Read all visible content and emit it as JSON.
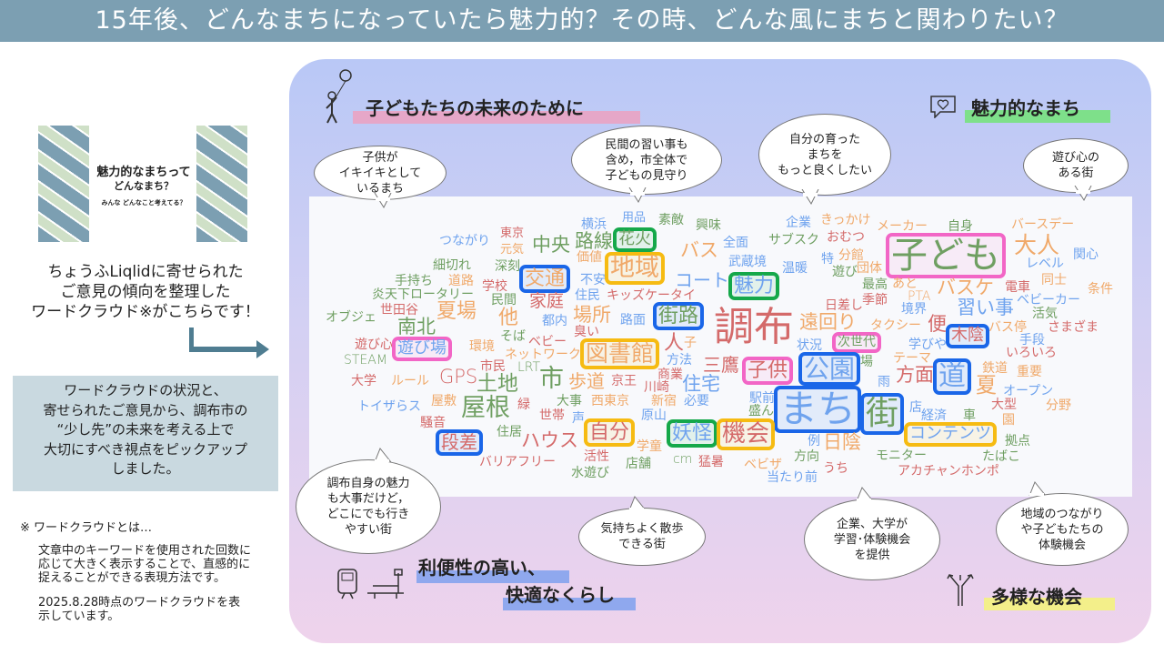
{
  "header": {
    "title": "15年後、どんなまちになっていたら魅力的？その時、どんな風にまちと関わりたい？"
  },
  "left": {
    "thumbnail": {
      "line1": "魅力的なまちって",
      "line2": "どんなまち？",
      "line3": "みんな どんなこと考えてる？"
    },
    "intro": [
      "ちょうふLiqlidに寄せられた",
      "ご意見の傾向を整理した",
      "ワードクラウド※がこちらです！"
    ],
    "summary": [
      "ワードクラウドの状況と、",
      "寄せられたご意見から、調布市の",
      "“少し先”の未来を考える上で",
      "大切にすべき視点をピックアップ",
      "しました。"
    ],
    "note_title": "※ ワードクラウドとは…",
    "note_body": [
      "文章中のキーワードを使用された回数に",
      "応じて大きく表示することで、直感的に",
      "捉えることができる表現方法です。"
    ],
    "note_date": [
      "2025.8.28時点のワードクラウドを表",
      "示しています。"
    ]
  },
  "categories": [
    {
      "label": "子どもたちの未来のために",
      "icon": "child-balloon-icon",
      "highlight": "#e6a7c8"
    },
    {
      "label": "魅力的なまち",
      "icon": "heart-message-icon",
      "highlight": "#7ee08a"
    },
    {
      "label1": "利便性の高い、",
      "label2": "快適なくらし",
      "icon": "train-bench-icon",
      "highlight": "#8fa8ee"
    },
    {
      "label": "多様な機会",
      "icon": "crossroads-icon",
      "highlight": "#f3ef8a"
    }
  ],
  "bubbles": [
    "子供が\nイキイキとして\nいるまち",
    "民間の習い事も\n含め，市全体で\n子どもの見守り",
    "自分の育った\nまちを\nもっと良くしたい",
    "遊び心の\nある街",
    "調布自身の魅力\nも大事だけど，\nどこにでも行き\nやすい街",
    "気持ちよく散歩\nできる街",
    "企業、大学が\n学習･体験機会\nを提供",
    "地域のつながり\nや子どもたちの\n体験機会"
  ],
  "colors": {
    "green": "#6f9f62",
    "red": "#d46a6a",
    "orange": "#f0a96a",
    "blue": "#6fa3ee",
    "box_blue": "#1a66e8",
    "box_green": "#15a84a",
    "box_orange": "#f6bb12",
    "box_pink": "#f266c6"
  },
  "wordcloud": [
    {
      "t": "つながり",
      "c": "b"
    },
    {
      "t": "東京",
      "c": "r"
    },
    {
      "t": "元気",
      "c": "o"
    },
    {
      "t": "中央",
      "c": "g"
    },
    {
      "t": "横浜",
      "c": "b"
    },
    {
      "t": "価値",
      "c": "o"
    },
    {
      "t": "用品",
      "c": "b"
    },
    {
      "t": "素敵",
      "c": "g"
    },
    {
      "t": "興味",
      "c": "g"
    },
    {
      "t": "花火",
      "c": "g",
      "box": "box_green"
    },
    {
      "t": "バス",
      "c": "o"
    },
    {
      "t": "細切れ",
      "c": "g"
    },
    {
      "t": "深刻",
      "c": "g"
    },
    {
      "t": "路線",
      "c": "g"
    },
    {
      "t": "地域",
      "c": "o",
      "box": "box_orange"
    },
    {
      "t": "コート",
      "c": "b"
    },
    {
      "t": "手持ち",
      "c": "g"
    },
    {
      "t": "道路",
      "c": "o"
    },
    {
      "t": "学校",
      "c": "r"
    },
    {
      "t": "交通",
      "c": "o",
      "box": "box_blue"
    },
    {
      "t": "不安",
      "c": "b"
    },
    {
      "t": "炎天下ロータリー",
      "c": "g"
    },
    {
      "t": "民間",
      "c": "g"
    },
    {
      "t": "家庭",
      "c": "r"
    },
    {
      "t": "住民",
      "c": "b"
    },
    {
      "t": "キッズケータイ",
      "c": "r"
    },
    {
      "t": "オブジェ",
      "c": "g"
    },
    {
      "t": "世田谷",
      "c": "r"
    },
    {
      "t": "夏場",
      "c": "o"
    },
    {
      "t": "他",
      "c": "o"
    },
    {
      "t": "都内",
      "c": "b"
    },
    {
      "t": "場所",
      "c": "o"
    },
    {
      "t": "路面",
      "c": "b"
    },
    {
      "t": "街路",
      "c": "g",
      "box": "box_blue"
    },
    {
      "t": "調布",
      "c": "r"
    },
    {
      "t": "南北",
      "c": "g"
    },
    {
      "t": "そば",
      "c": "g"
    },
    {
      "t": "ネットワーク",
      "c": "o"
    },
    {
      "t": "方法",
      "c": "b"
    },
    {
      "t": "人",
      "c": "r"
    },
    {
      "t": "子",
      "c": "o"
    },
    {
      "t": "遊び心",
      "c": "r"
    },
    {
      "t": "遊び場",
      "c": "b",
      "box": "box_pink"
    },
    {
      "t": "環境",
      "c": "o"
    },
    {
      "t": "ベビー",
      "c": "r"
    },
    {
      "t": "図書館",
      "c": "o",
      "box": "box_orange"
    },
    {
      "t": "STEAM",
      "c": "g"
    },
    {
      "t": "市民",
      "c": "r"
    },
    {
      "t": "LRT",
      "c": "g"
    },
    {
      "t": "臭い",
      "c": "r"
    },
    {
      "t": "商業",
      "c": "r"
    },
    {
      "t": "三鷹",
      "c": "r"
    },
    {
      "t": "GPS",
      "c": "r"
    },
    {
      "t": "市",
      "c": "g"
    },
    {
      "t": "大学",
      "c": "r"
    },
    {
      "t": "ルール",
      "c": "o"
    },
    {
      "t": "歩道",
      "c": "o"
    },
    {
      "t": "京王",
      "c": "r"
    },
    {
      "t": "川崎",
      "c": "r"
    },
    {
      "t": "住宅",
      "c": "b"
    },
    {
      "t": "土地",
      "c": "g"
    },
    {
      "t": "屋敷",
      "c": "o"
    },
    {
      "t": "トイザらス",
      "c": "b"
    },
    {
      "t": "屋根",
      "c": "g"
    },
    {
      "t": "緑",
      "c": "r"
    },
    {
      "t": "大事",
      "c": "g"
    },
    {
      "t": "西東京",
      "c": "o"
    },
    {
      "t": "新宿",
      "c": "o"
    },
    {
      "t": "必要",
      "c": "b"
    },
    {
      "t": "世帯",
      "c": "r"
    },
    {
      "t": "声",
      "c": "b"
    },
    {
      "t": "原山",
      "c": "b"
    },
    {
      "t": "騒音",
      "c": "r"
    },
    {
      "t": "住居",
      "c": "g"
    },
    {
      "t": "ハウス",
      "c": "r"
    },
    {
      "t": "自分",
      "c": "r",
      "box": "box_orange"
    },
    {
      "t": "学童",
      "c": "o"
    },
    {
      "t": "妖怪",
      "c": "b",
      "box": "box_green"
    },
    {
      "t": "段差",
      "c": "r",
      "box": "box_blue"
    },
    {
      "t": "バリアフリー",
      "c": "r"
    },
    {
      "t": "活性",
      "c": "r"
    },
    {
      "t": "店舗",
      "c": "g"
    },
    {
      "t": "cm",
      "c": "g"
    },
    {
      "t": "猛暑",
      "c": "r"
    },
    {
      "t": "水遊び",
      "c": "g"
    },
    {
      "t": "企業",
      "c": "b"
    },
    {
      "t": "きっかけ",
      "c": "o"
    },
    {
      "t": "全面",
      "c": "b"
    },
    {
      "t": "サブスク",
      "c": "g"
    },
    {
      "t": "おむつ",
      "c": "r"
    },
    {
      "t": "メーカー",
      "c": "o"
    },
    {
      "t": "自身",
      "c": "g"
    },
    {
      "t": "バースデー",
      "c": "o"
    },
    {
      "t": "武蔵境",
      "c": "b"
    },
    {
      "t": "温暖",
      "c": "b"
    },
    {
      "t": "特",
      "c": "b"
    },
    {
      "t": "分館",
      "c": "o"
    },
    {
      "t": "団体",
      "c": "o"
    },
    {
      "t": "子ども",
      "c": "g",
      "box": "box_pink"
    },
    {
      "t": "大人",
      "c": "o"
    },
    {
      "t": "関心",
      "c": "b"
    },
    {
      "t": "遊び",
      "c": "g"
    },
    {
      "t": "あと",
      "c": "o"
    },
    {
      "t": "レベル",
      "c": "b"
    },
    {
      "t": "最高",
      "c": "g"
    },
    {
      "t": "PTA",
      "c": "o"
    },
    {
      "t": "バスケ",
      "c": "o"
    },
    {
      "t": "電車",
      "c": "r"
    },
    {
      "t": "同士",
      "c": "o"
    },
    {
      "t": "条件",
      "c": "o"
    },
    {
      "t": "魅力",
      "c": "b",
      "box": "box_green"
    },
    {
      "t": "季節",
      "c": "r"
    },
    {
      "t": "境界",
      "c": "b"
    },
    {
      "t": "習い事",
      "c": "b"
    },
    {
      "t": "ベビーカー",
      "c": "b"
    },
    {
      "t": "日差し",
      "c": "r"
    },
    {
      "t": "活気",
      "c": "g"
    },
    {
      "t": "遠回り",
      "c": "o"
    },
    {
      "t": "タクシー",
      "c": "o"
    },
    {
      "t": "便",
      "c": "r"
    },
    {
      "t": "バス停",
      "c": "o"
    },
    {
      "t": "さまざま",
      "c": "r"
    },
    {
      "t": "手段",
      "c": "b"
    },
    {
      "t": "次世代",
      "c": "g",
      "box": "box_pink"
    },
    {
      "t": "学びや",
      "c": "b"
    },
    {
      "t": "木陰",
      "c": "r",
      "box": "box_blue"
    },
    {
      "t": "いろいろ",
      "c": "r"
    },
    {
      "t": "状況",
      "c": "b"
    },
    {
      "t": "場",
      "c": "g"
    },
    {
      "t": "子供",
      "c": "r",
      "box": "box_pink"
    },
    {
      "t": "公園",
      "c": "b",
      "box": "box_blue"
    },
    {
      "t": "テーマ",
      "c": "o"
    },
    {
      "t": "方面",
      "c": "r"
    },
    {
      "t": "道",
      "c": "b",
      "box": "box_blue"
    },
    {
      "t": "鉄道",
      "c": "o"
    },
    {
      "t": "重要",
      "c": "o"
    },
    {
      "t": "夏",
      "c": "o"
    },
    {
      "t": "雨",
      "c": "b"
    },
    {
      "t": "駅前",
      "c": "b"
    },
    {
      "t": "まち",
      "c": "b",
      "box": "box_blue"
    },
    {
      "t": "街",
      "c": "g",
      "box": "box_blue"
    },
    {
      "t": "店",
      "c": "b"
    },
    {
      "t": "オープン",
      "c": "b"
    },
    {
      "t": "分野",
      "c": "o"
    },
    {
      "t": "大型",
      "c": "r"
    },
    {
      "t": "盛ん",
      "c": "g"
    },
    {
      "t": "経済",
      "c": "b"
    },
    {
      "t": "車",
      "c": "g"
    },
    {
      "t": "園",
      "c": "o"
    },
    {
      "t": "機会",
      "c": "r",
      "box": "box_orange"
    },
    {
      "t": "例",
      "c": "b"
    },
    {
      "t": "日陰",
      "c": "o"
    },
    {
      "t": "コンテンツ",
      "c": "b",
      "box": "box_orange"
    },
    {
      "t": "拠点",
      "c": "g"
    },
    {
      "t": "モニター",
      "c": "g"
    },
    {
      "t": "方向",
      "c": "g"
    },
    {
      "t": "ベビザ",
      "c": "o"
    },
    {
      "t": "たばこ",
      "c": "g"
    },
    {
      "t": "うち",
      "c": "r"
    },
    {
      "t": "アカチャンホンポ",
      "c": "r"
    },
    {
      "t": "当たり前",
      "c": "b"
    }
  ]
}
